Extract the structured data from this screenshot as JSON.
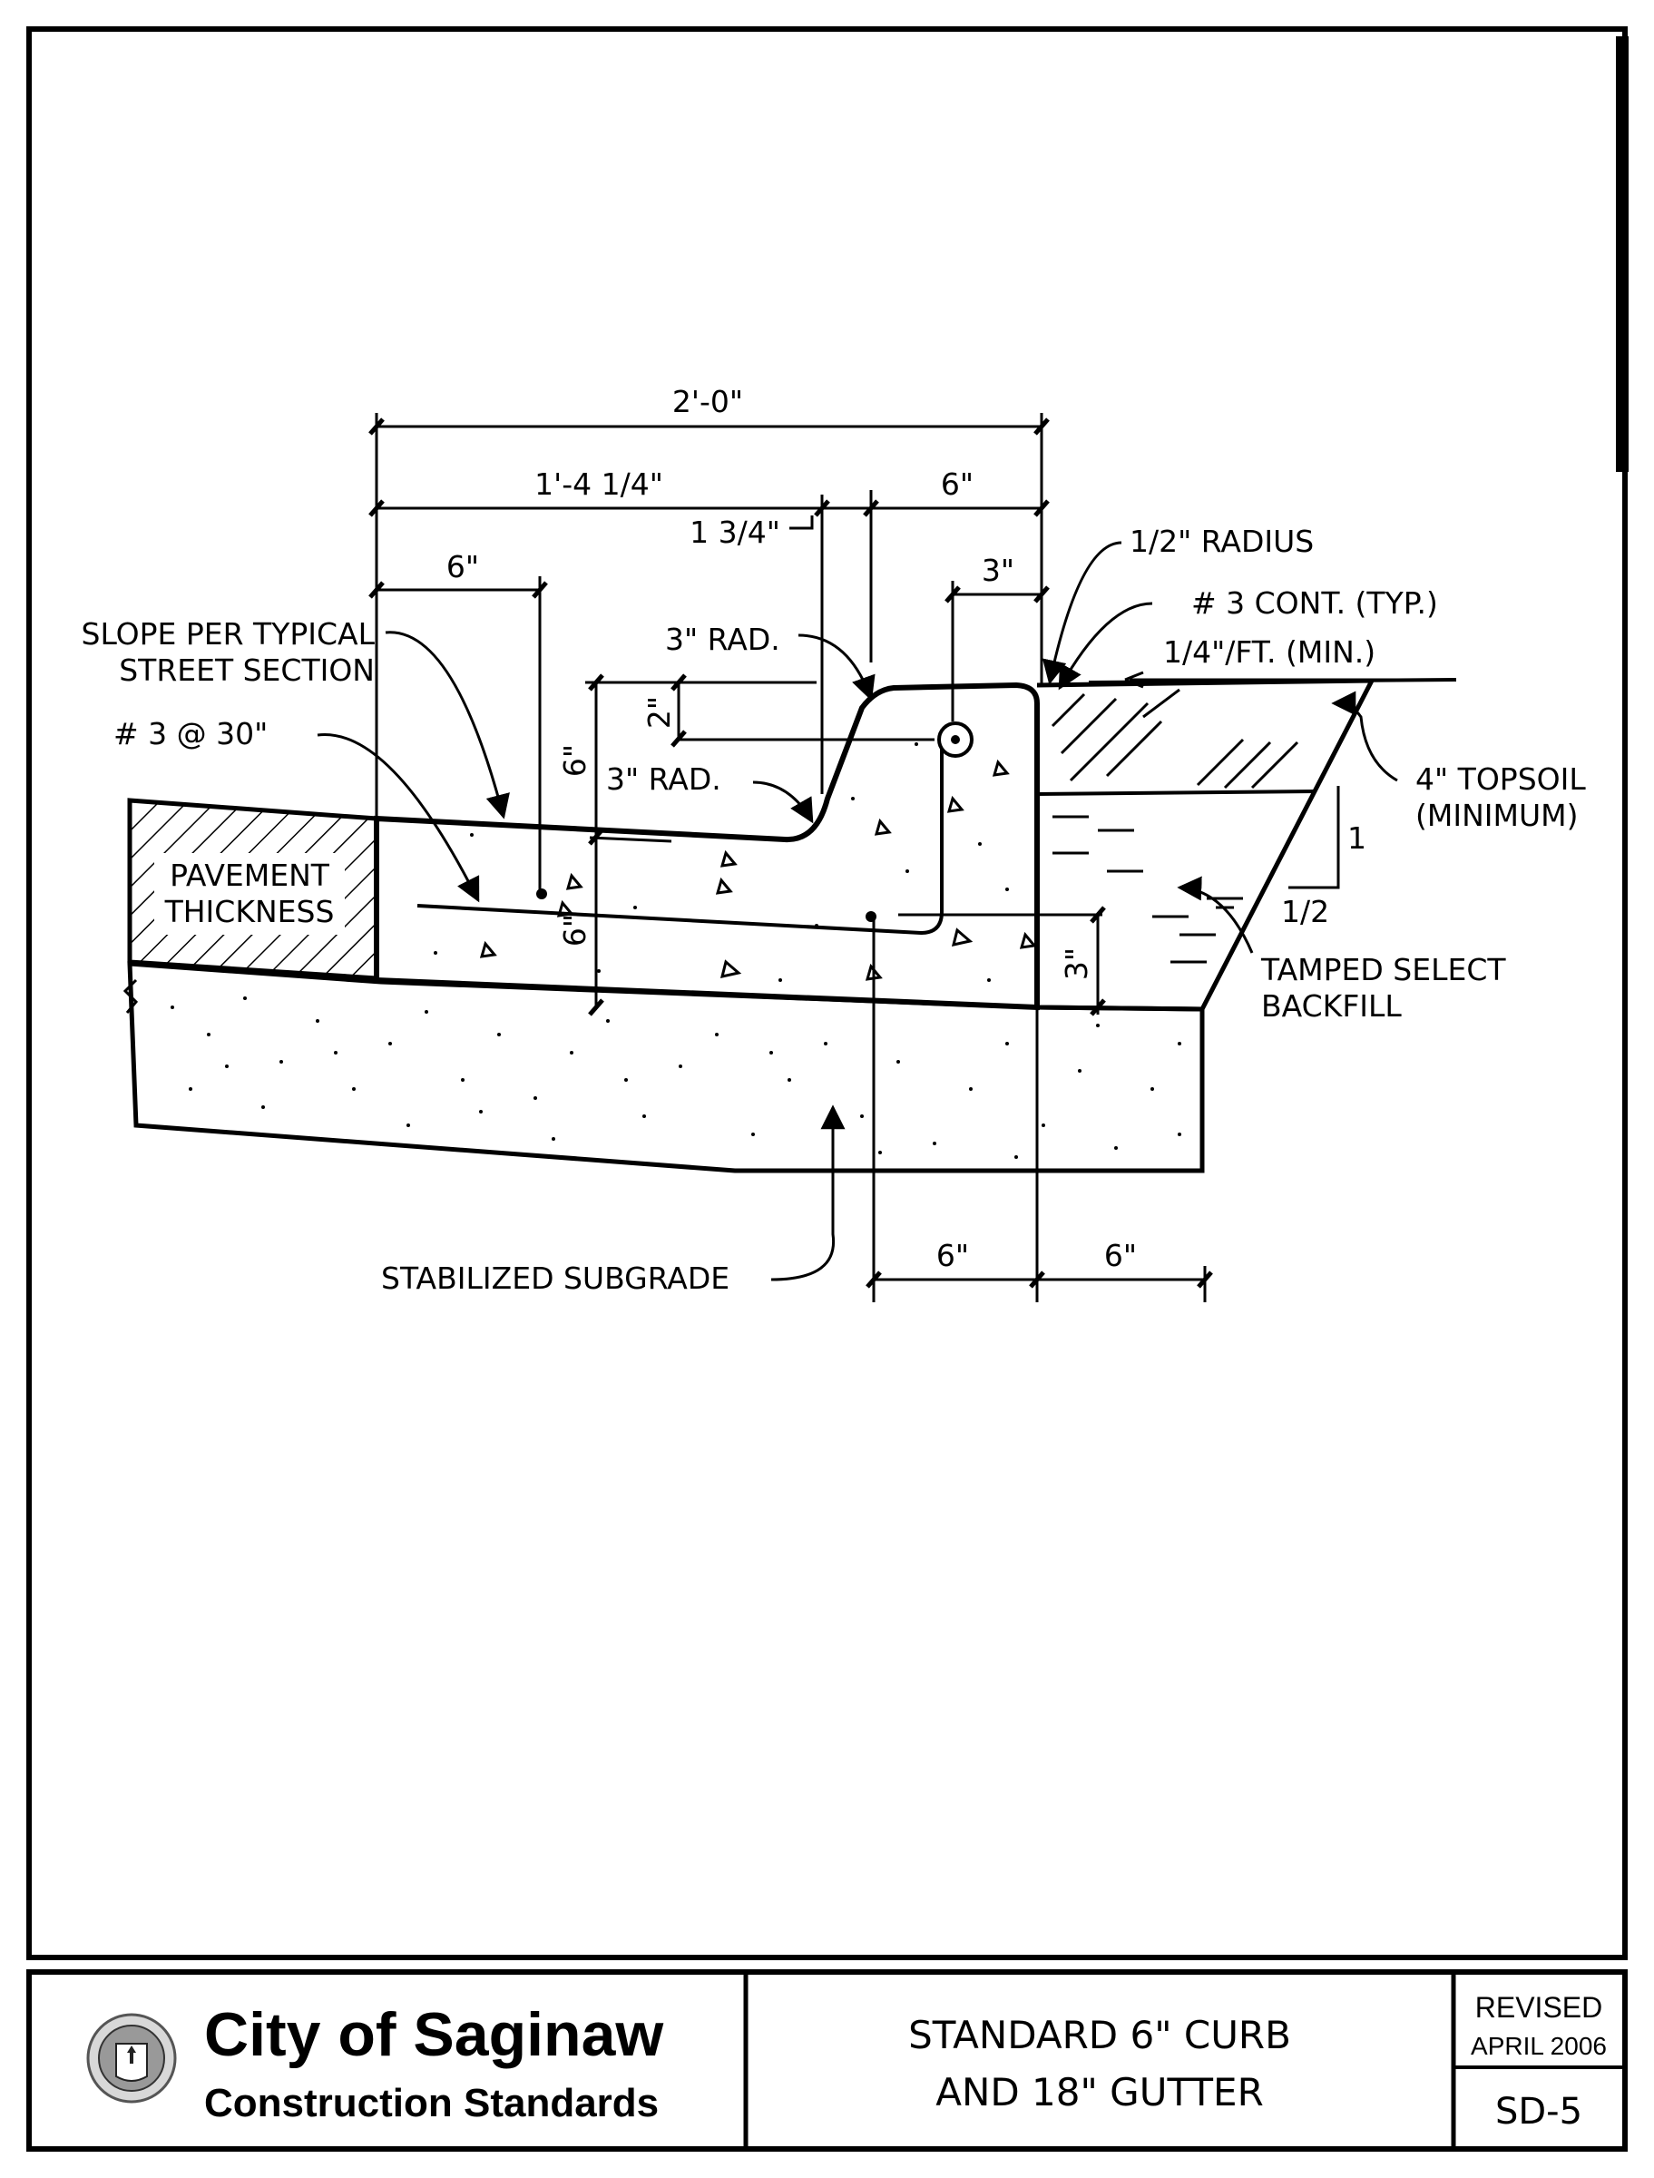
{
  "drawing": {
    "dims": {
      "overall": "2'-0\"",
      "gutter_width": "1'-4 1/4\"",
      "curb_top": "6\"",
      "batter": "1 3/4\"",
      "gutter_lip": "6\"",
      "rebar_offset": "3\"",
      "curb_rise": "2\"",
      "gutter_depth": "6\"",
      "slab_depth": "6\"",
      "back_depth": "3\"",
      "bottom_left": "6\"",
      "bottom_right": "6\""
    },
    "callouts": {
      "half_radius": "1/2\" RADIUS",
      "cont_bar": "# 3 CONT. (TYP.)",
      "slope_min": "1/4\"/FT. (MIN.)",
      "rad_top": "3\" RAD.",
      "rad_bottom": "3\" RAD.",
      "slope_line1": "SLOPE PER TYPICAL",
      "slope_line2": "STREET SECTION",
      "bar_30": "# 3 @ 30\"",
      "pavement_line1": "PAVEMENT",
      "pavement_line2": "THICKNESS",
      "topsoil_line1": "4\" TOPSOIL",
      "topsoil_line2": "(MINIMUM)",
      "slope_ratio_v": "1",
      "slope_ratio_h": "1/2",
      "backfill_line1": "TAMPED SELECT",
      "backfill_line2": "BACKFILL",
      "subgrade": "STABILIZED SUBGRADE"
    }
  },
  "title_block": {
    "city": "City of Saginaw",
    "subtitle": "Construction Standards",
    "title_line1": "STANDARD 6\" CURB",
    "title_line2": "AND 18\" GUTTER",
    "revised_label": "REVISED",
    "revised_date": "APRIL 2006",
    "sheet_number": "SD-5",
    "logo_icon": "city-seal-icon"
  }
}
